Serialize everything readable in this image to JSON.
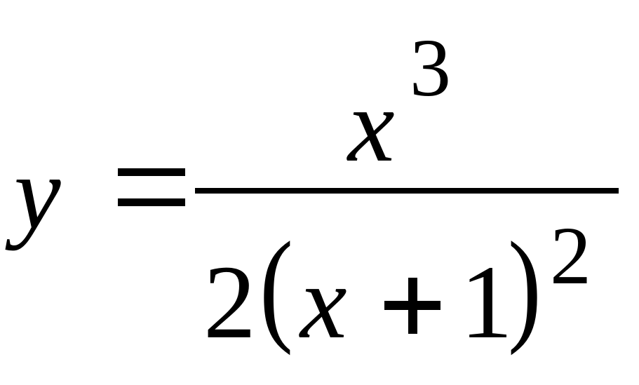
{
  "formula": {
    "lhs_variable": "y",
    "numerator": {
      "base": "x",
      "exponent": "3"
    },
    "denominator": {
      "coefficient": "2",
      "open_paren": "(",
      "variable": "x",
      "constant": "1",
      "close_paren": ")",
      "exponent": "2"
    }
  },
  "colors": {
    "ink": "#000000",
    "background": "#ffffff"
  }
}
